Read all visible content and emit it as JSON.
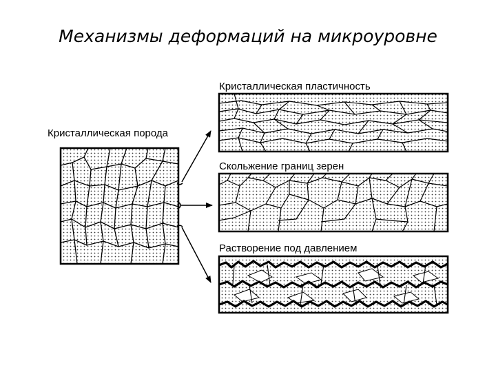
{
  "title": "Механизмы деформаций на микроуровне",
  "diagram": {
    "source": {
      "label": "Кристаллическая порода"
    },
    "mechanisms": [
      {
        "label": "Кристаллическая пластичность"
      },
      {
        "label": "Скольжение границ зерен"
      },
      {
        "label": "Растворение под давлением"
      }
    ]
  }
}
